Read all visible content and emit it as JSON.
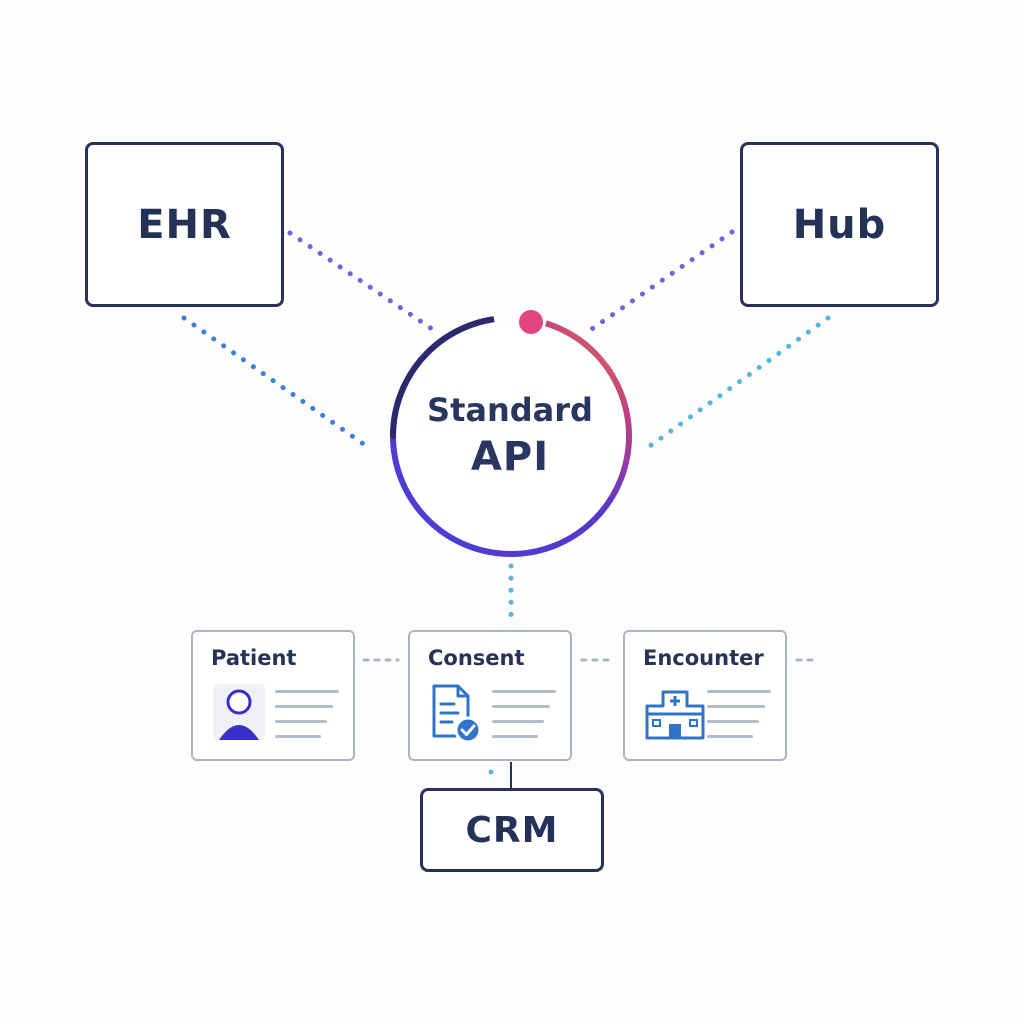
{
  "nodes": {
    "ehr": "EHR",
    "hub": "Hub",
    "crm": "CRM"
  },
  "api": {
    "line1": "Standard",
    "line2": "API"
  },
  "cards": {
    "patient": {
      "title": "Patient",
      "icon": "person-icon"
    },
    "consent": {
      "title": "Consent",
      "icon": "document-check-icon"
    },
    "encounter": {
      "title": "Encounter",
      "icon": "hospital-icon"
    }
  },
  "colors": {
    "node_border": "#25335b",
    "card_border": "#a9b4c6",
    "connector_purple": "#7b5fd6",
    "connector_blue": "#3f7fd8",
    "connector_cyan": "#5bb4de",
    "ring_accent": "#e2457f",
    "ring_gradient": [
      "#2f2a8f",
      "#4a3fd8",
      "#e2457f",
      "#f08a3c"
    ]
  }
}
